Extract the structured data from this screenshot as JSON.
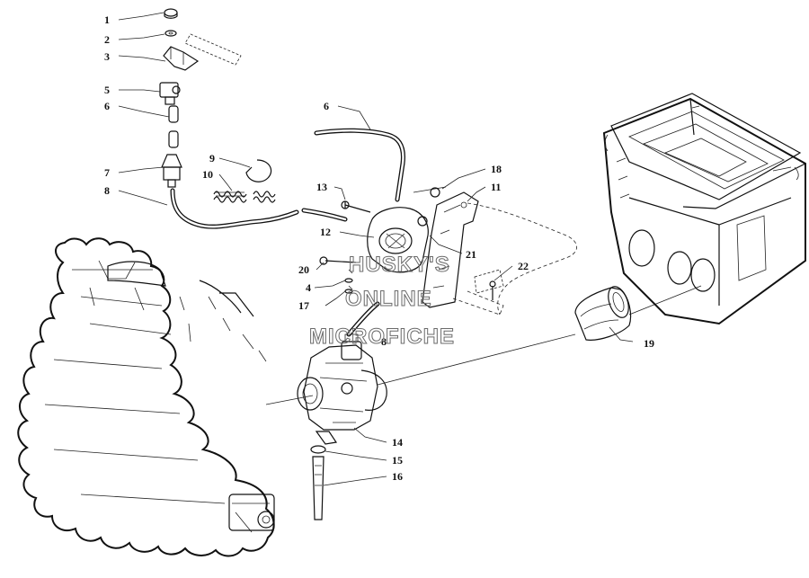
{
  "diagram": {
    "callouts": [
      {
        "id": "c1",
        "label": "1"
      },
      {
        "id": "c2",
        "label": "2"
      },
      {
        "id": "c3",
        "label": "3"
      },
      {
        "id": "c5",
        "label": "5"
      },
      {
        "id": "c6a",
        "label": "6"
      },
      {
        "id": "c7",
        "label": "7"
      },
      {
        "id": "c8a",
        "label": "8"
      },
      {
        "id": "c9",
        "label": "9"
      },
      {
        "id": "c10",
        "label": "10"
      },
      {
        "id": "c6b",
        "label": "6"
      },
      {
        "id": "c13",
        "label": "13"
      },
      {
        "id": "c18",
        "label": "18"
      },
      {
        "id": "c11",
        "label": "11"
      },
      {
        "id": "c12",
        "label": "12"
      },
      {
        "id": "c21",
        "label": "21"
      },
      {
        "id": "c20",
        "label": "20"
      },
      {
        "id": "c4",
        "label": "4"
      },
      {
        "id": "c17",
        "label": "17"
      },
      {
        "id": "c22",
        "label": "22"
      },
      {
        "id": "c8b",
        "label": "8"
      },
      {
        "id": "c19",
        "label": "19"
      },
      {
        "id": "c14",
        "label": "14"
      },
      {
        "id": "c15",
        "label": "15"
      },
      {
        "id": "c16",
        "label": "16"
      }
    ],
    "watermark": [
      "HUSKY'S",
      "ONLINE",
      "MICROFICHE"
    ]
  }
}
